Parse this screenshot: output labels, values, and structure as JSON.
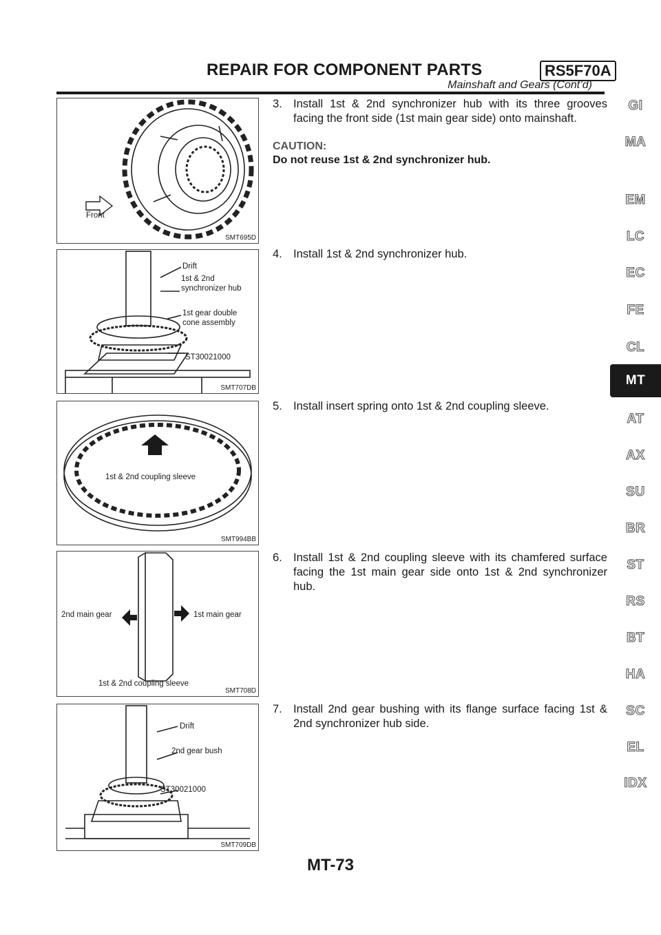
{
  "header": {
    "title": "REPAIR FOR COMPONENT PARTS",
    "model": "RS5F70A",
    "subtitle": "Mainshaft and Gears (Cont’d)"
  },
  "figures": [
    {
      "code": "SMT695D",
      "labels": [
        "Front"
      ]
    },
    {
      "code": "SMT707DB",
      "labels": [
        "Drift",
        "1st & 2nd",
        "synchronizer hub",
        "1st gear double",
        "cone assembly",
        "ST30021000"
      ]
    },
    {
      "code": "SMT994BB",
      "labels": [
        "1st & 2nd coupling sleeve"
      ]
    },
    {
      "code": "SMT708D",
      "labels": [
        "2nd main gear",
        "1st main gear",
        "1st & 2nd coupling sleeve"
      ]
    },
    {
      "code": "SMT709DB",
      "labels": [
        "Drift",
        "2nd gear bush",
        "ST30021000"
      ]
    }
  ],
  "steps": [
    {
      "num": "3.",
      "text": "Install 1st & 2nd synchronizer hub with its three grooves facing the front side (1st main gear side) onto mainshaft."
    },
    {
      "num": "4.",
      "text": "Install 1st & 2nd synchronizer hub."
    },
    {
      "num": "5.",
      "text": "Install insert spring onto 1st & 2nd coupling sleeve."
    },
    {
      "num": "6.",
      "text": "Install 1st & 2nd coupling sleeve with its chamfered surface facing the 1st main gear side onto 1st & 2nd synchronizer hub."
    },
    {
      "num": "7.",
      "text": "Install 2nd gear bushing with its flange surface facing 1st & 2nd synchronizer hub side."
    }
  ],
  "caution": {
    "label": "CAUTION:",
    "text": "Do not reuse 1st & 2nd synchronizer hub."
  },
  "side_tabs": [
    "GI",
    "MA",
    "EM",
    "LC",
    "EC",
    "FE",
    "CL",
    "MT",
    "AT",
    "AX",
    "SU",
    "BR",
    "ST",
    "RS",
    "BT",
    "HA",
    "SC",
    "EL",
    "IDX"
  ],
  "active_tab": "MT",
  "page_number": "MT-73"
}
